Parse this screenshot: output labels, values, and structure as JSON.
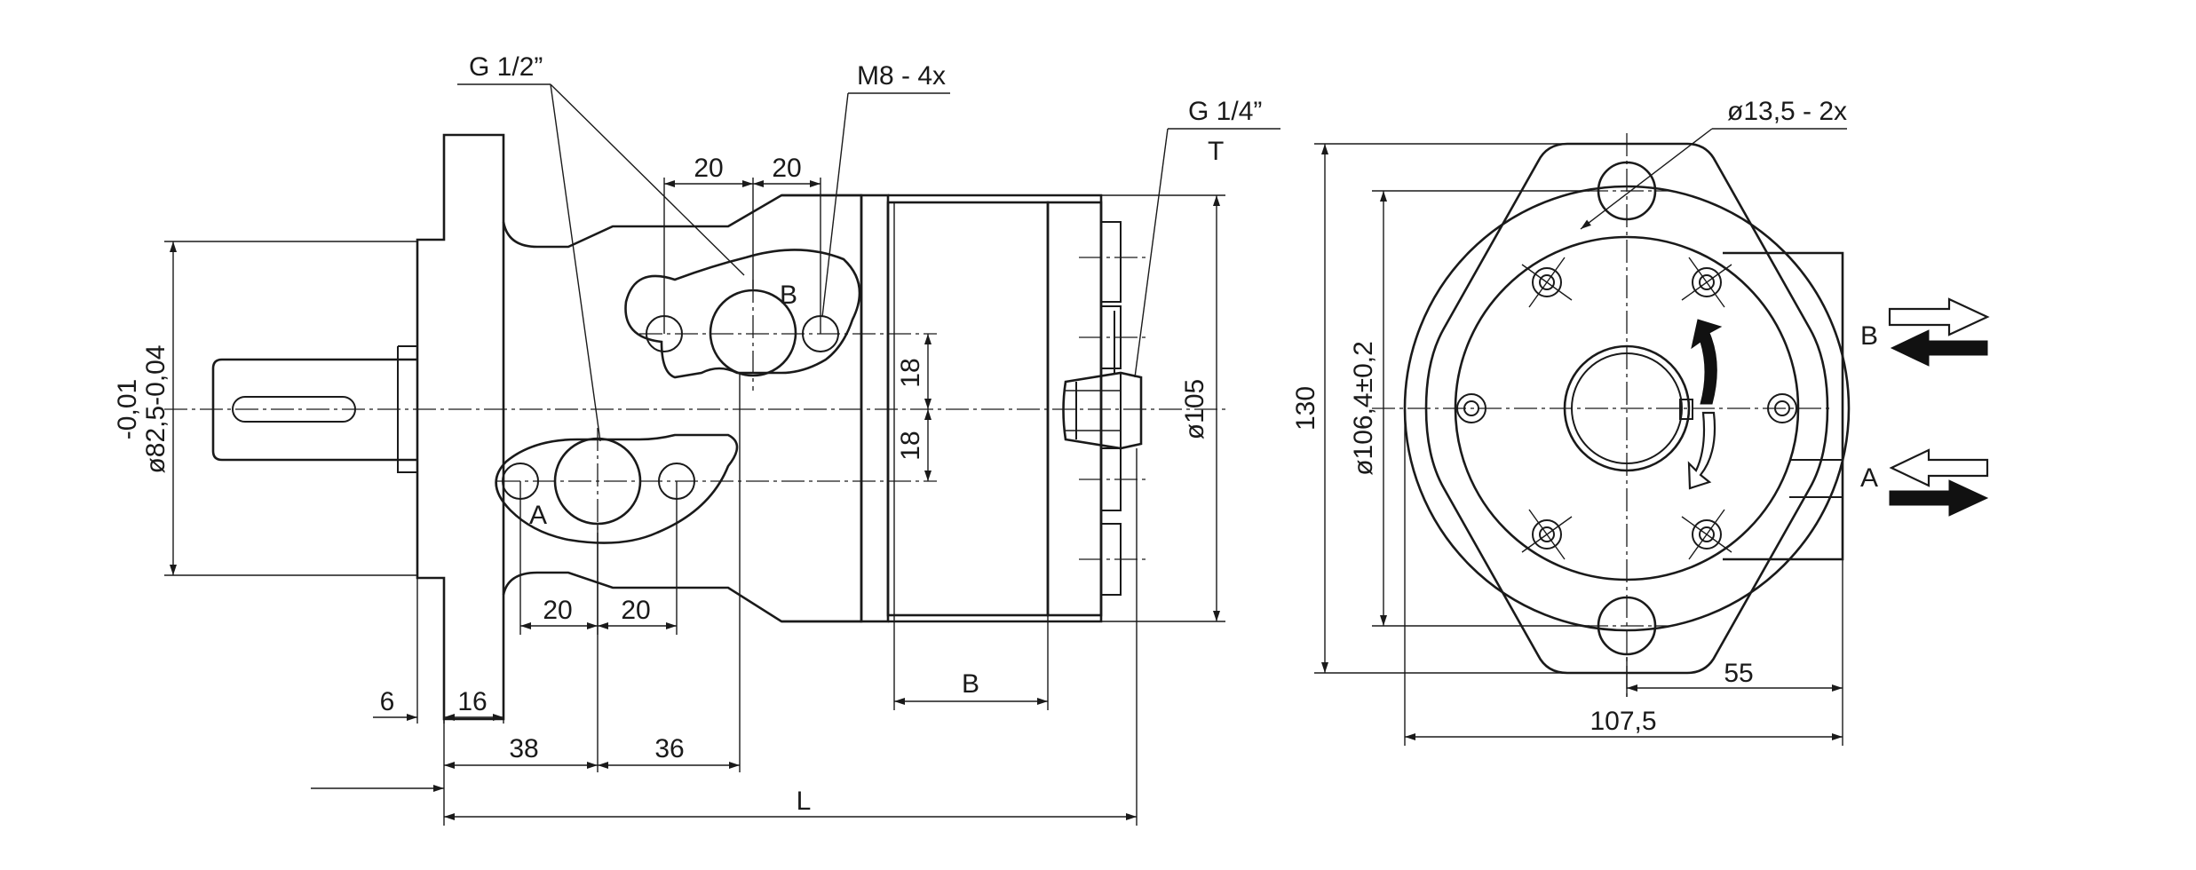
{
  "labels": {
    "port_thread": "G 1/2”",
    "bolt_thread": "M8 - 4x",
    "drain_thread": "G 1/4”",
    "drain_port": "T",
    "port_a": "A",
    "port_b": "B",
    "mount_holes": "ø13,5 - 2x"
  },
  "dimensions": {
    "shaft_tol": "-0,01",
    "shaft_dia": "ø82,5-0,04",
    "body_dia": "ø105",
    "pilot_dia": "ø106,4±0,2",
    "port_spacing_1": "20",
    "port_spacing_2": "20",
    "port_spacing_3": "20",
    "port_spacing_4": "20",
    "port_offset_1": "18",
    "port_offset_2": "18",
    "flange_gap": "6",
    "flange_thk": "16",
    "port_a_pos": "38",
    "port_b_pos": "36",
    "length_b": "B",
    "length_l": "L",
    "height": "130",
    "half_width": "55",
    "width": "107,5"
  },
  "colors": {
    "line": "#1a1a1a",
    "background": "#ffffff"
  }
}
